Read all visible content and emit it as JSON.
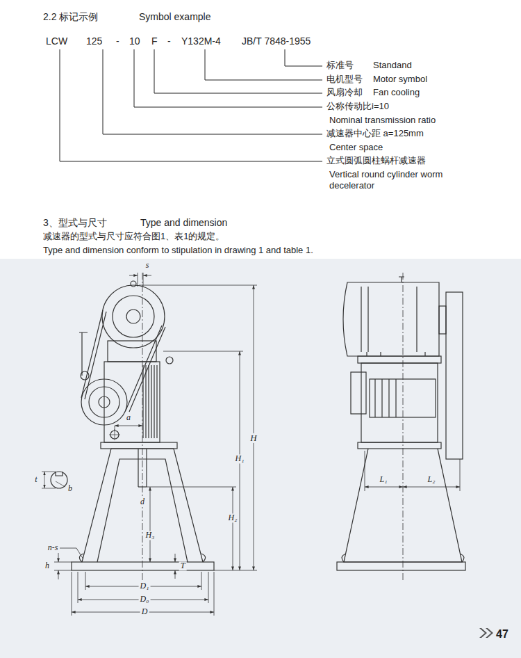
{
  "diagram": {
    "labels": [
      "2.2 标记示例",
      "Symbol example",
      "LCW",
      "125",
      "-",
      "10",
      "F",
      "-",
      "Y132M-4",
      "JB/T 7848-1955",
      "标准号",
      "Standand",
      "电机型号",
      "Motor symbol",
      "风扇冷却",
      "Fan cooling",
      "公称传动比i=10",
      "Nominal transmission ratio",
      "减速器中心距 a=125mm",
      "Center space",
      "立式圆弧圆柱蜗杆减速器",
      "Vertical round cylinder worm decelerator",
      "3、型式与尺寸",
      "Type and dimension",
      "减速器的型式与尺寸应符合图1、表1的规定。",
      "Type and dimension conform to stipulation in drawing 1 and table 1.",
      "s",
      "a",
      "H",
      "H₁",
      "H₂",
      "H₃",
      "t",
      "b",
      "d",
      "n-s",
      "h",
      "T",
      "D₁",
      "D₀",
      "D",
      "L₁",
      "L₂",
      "47"
    ]
  }
}
